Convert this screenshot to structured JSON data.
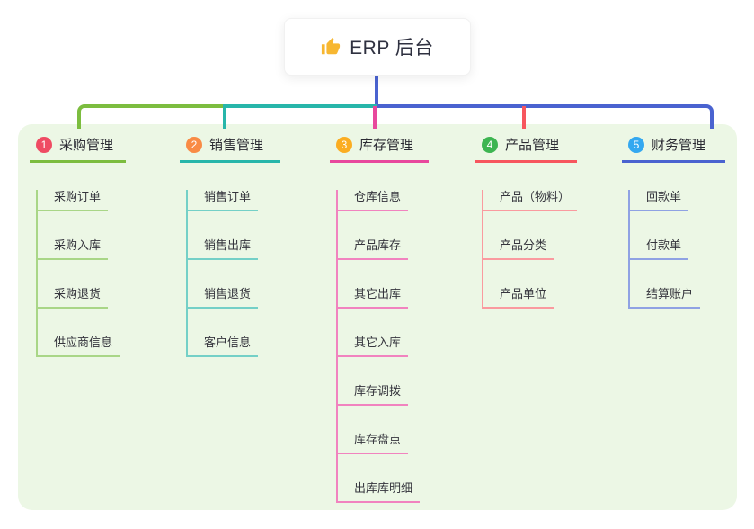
{
  "root": {
    "title": "ERP 后台",
    "icon": "thumbs-up-icon",
    "icon_color": "#f7b731",
    "link_color": "#4a63d0"
  },
  "canvas": {
    "background": "#ecf7e5"
  },
  "branches": [
    {
      "badge": "1",
      "label": "采购管理",
      "badge_color": "#ef4b63",
      "color_main": "#7cbd3f",
      "color_light": "#a9d687",
      "children": [
        "采购订单",
        "采购入库",
        "采购退货",
        "供应商信息"
      ]
    },
    {
      "badge": "2",
      "label": "销售管理",
      "badge_color": "#f98b45",
      "color_main": "#27b6aa",
      "color_light": "#74d0c7",
      "children": [
        "销售订单",
        "销售出库",
        "销售退货",
        "客户信息"
      ]
    },
    {
      "badge": "3",
      "label": "库存管理",
      "badge_color": "#fbad21",
      "color_main": "#e8489d",
      "color_light": "#f183bf",
      "children": [
        "仓库信息",
        "产品库存",
        "其它出库",
        "其它入库",
        "库存调拨",
        "库存盘点",
        "出库库明细"
      ]
    },
    {
      "badge": "4",
      "label": "产品管理",
      "badge_color": "#3db551",
      "color_main": "#f7565e",
      "color_light": "#fa9a9f",
      "children": [
        "产品（物料）",
        "产品分类",
        "产品单位"
      ]
    },
    {
      "badge": "5",
      "label": "财务管理",
      "badge_color": "#34a8f0",
      "color_main": "#4a63d0",
      "color_light": "#8fa2e3",
      "children": [
        "回款单",
        "付款单",
        "结算账户"
      ]
    }
  ]
}
